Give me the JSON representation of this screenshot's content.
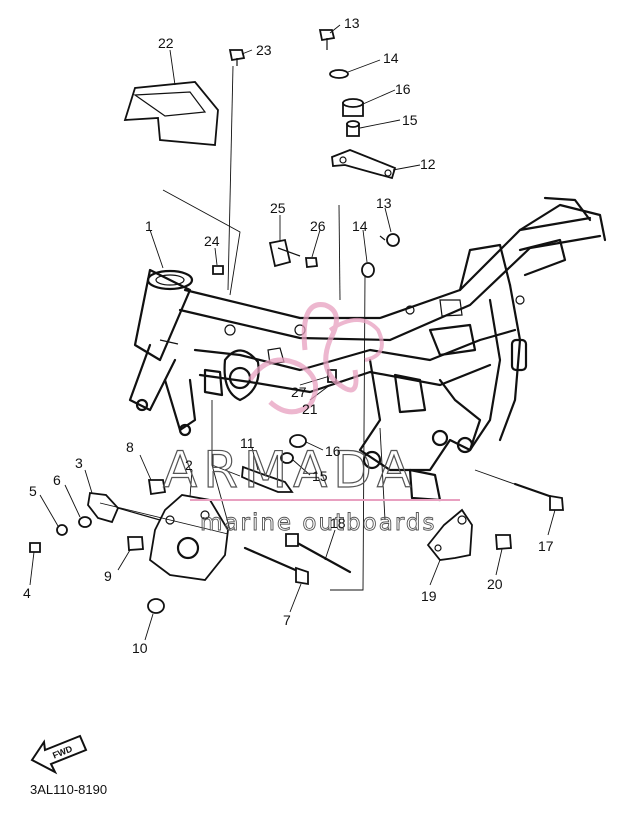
{
  "watermark": {
    "brand": "ARMADA",
    "tagline": "marine outboards",
    "logo_color": "#e8a0c0"
  },
  "diagram_code": "3AL110-8190",
  "fwd_label": "FWD",
  "callouts": [
    {
      "id": "c1",
      "label": "1"
    },
    {
      "id": "c2",
      "label": "2"
    },
    {
      "id": "c3",
      "label": "3"
    },
    {
      "id": "c4",
      "label": "4"
    },
    {
      "id": "c5",
      "label": "5"
    },
    {
      "id": "c6",
      "label": "6"
    },
    {
      "id": "c7",
      "label": "7"
    },
    {
      "id": "c8",
      "label": "8"
    },
    {
      "id": "c9",
      "label": "9"
    },
    {
      "id": "c10",
      "label": "10"
    },
    {
      "id": "c11",
      "label": "11"
    },
    {
      "id": "c12",
      "label": "12"
    },
    {
      "id": "c13a",
      "label": "13"
    },
    {
      "id": "c13b",
      "label": "13"
    },
    {
      "id": "c14a",
      "label": "14"
    },
    {
      "id": "c14b",
      "label": "14"
    },
    {
      "id": "c15a",
      "label": "15"
    },
    {
      "id": "c15b",
      "label": "15"
    },
    {
      "id": "c16a",
      "label": "16"
    },
    {
      "id": "c16b",
      "label": "16"
    },
    {
      "id": "c17",
      "label": "17"
    },
    {
      "id": "c18",
      "label": "18"
    },
    {
      "id": "c19",
      "label": "19"
    },
    {
      "id": "c20",
      "label": "20"
    },
    {
      "id": "c21",
      "label": "21"
    },
    {
      "id": "c22",
      "label": "22"
    },
    {
      "id": "c23",
      "label": "23"
    },
    {
      "id": "c24",
      "label": "24"
    },
    {
      "id": "c25",
      "label": "25"
    },
    {
      "id": "c26",
      "label": "26"
    },
    {
      "id": "c27",
      "label": "27"
    }
  ]
}
